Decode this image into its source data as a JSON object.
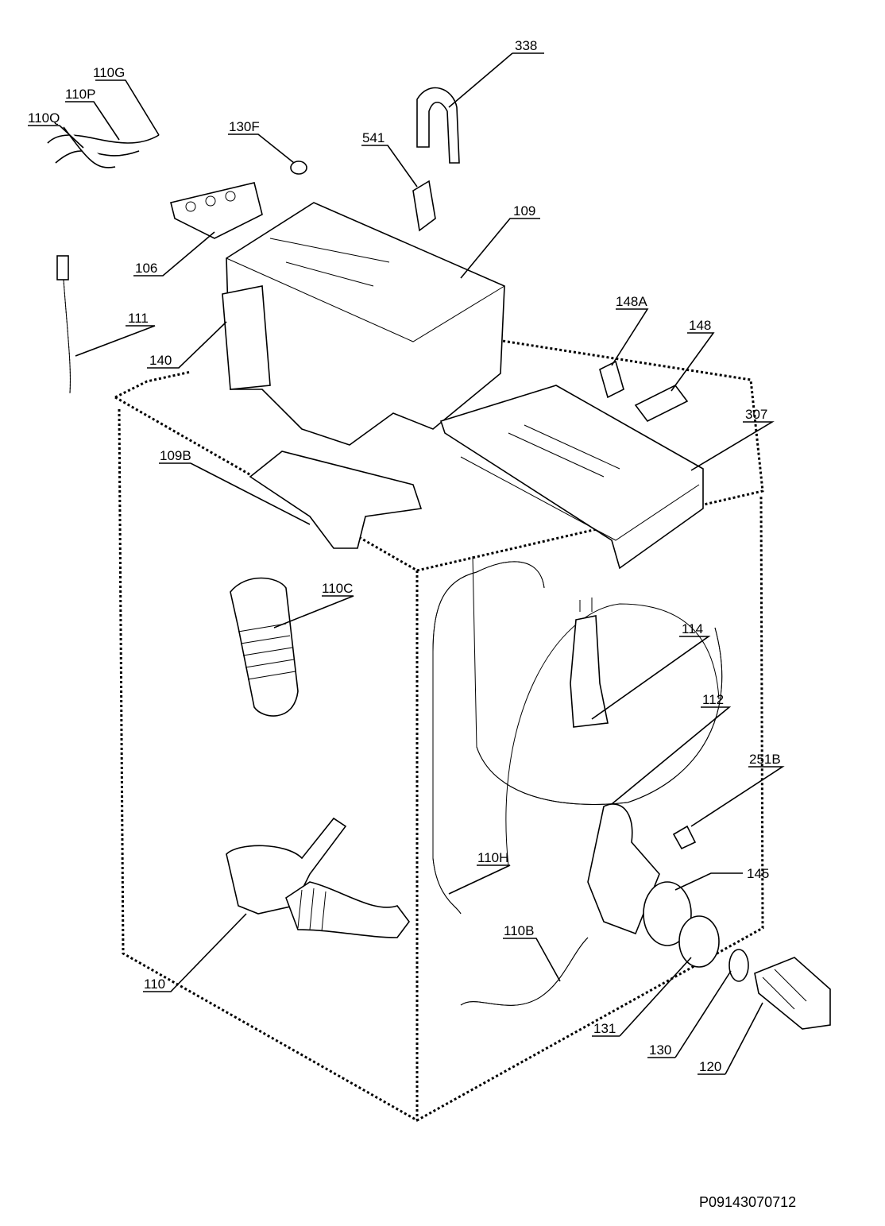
{
  "diagram": {
    "labels": {
      "p338": "338",
      "p110G": "110G",
      "p110P": "110P",
      "p110Q": "110Q",
      "p130F": "130F",
      "p541": "541",
      "p109": "109",
      "p106": "106",
      "p111": "111",
      "p140": "140",
      "p148A": "148A",
      "p148": "148",
      "p307": "307",
      "p109B": "109B",
      "p110C": "110C",
      "p114": "114",
      "p112": "112",
      "p251B": "251B",
      "p110H": "110H",
      "p145": "145",
      "p110B": "110B",
      "p110": "110",
      "p131": "131",
      "p130": "130",
      "p120": "120"
    },
    "footer_code": "P09143070712"
  }
}
